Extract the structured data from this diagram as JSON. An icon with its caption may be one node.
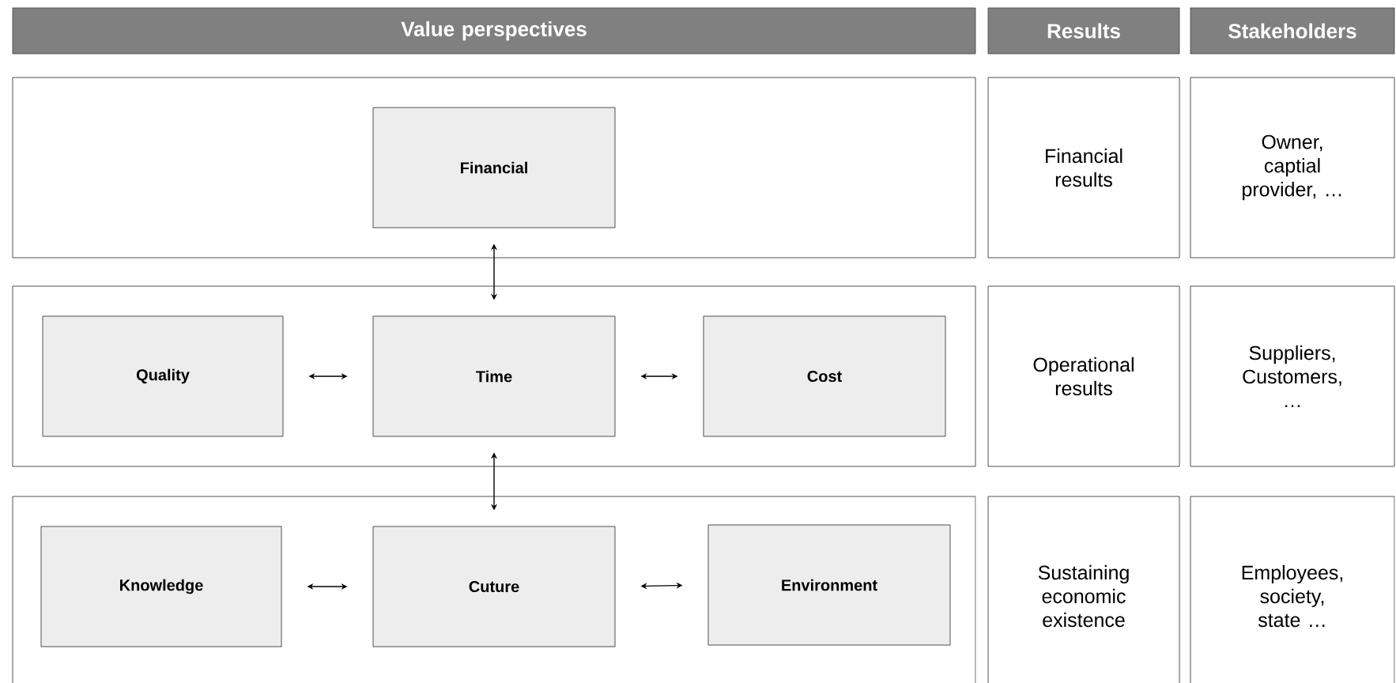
{
  "diagram": {
    "nodes": [
      {
        "text": [
          "Value perspectives"
        ]
      },
      {
        "text": [
          "Results"
        ]
      },
      {
        "text": [
          "Stakeholders"
        ]
      },
      {
        "text": [],
        "shape": "box"
      },
      {
        "text": [
          "Financial"
        ],
        "in": 3
      },
      {
        "text": [
          "Financial results"
        ]
      },
      {
        "text": [
          "Owner, captial provider, …"
        ]
      },
      {
        "text": [],
        "shape": "box"
      },
      {
        "text": [
          "Quality"
        ],
        "in": 7
      },
      {
        "text": [
          "Time"
        ],
        "in": 7
      },
      {
        "text": [
          "Cost"
        ],
        "in": 7
      },
      {
        "text": [
          "Operational results"
        ]
      },
      {
        "text": [
          "Suppliers, Customers, …"
        ]
      },
      {
        "text": [],
        "shape": "box"
      },
      {
        "text": [
          "Knowledge"
        ],
        "in": 13
      },
      {
        "text": [
          "Cuture"
        ],
        "in": 13
      },
      {
        "text": [
          "Environment"
        ],
        "in": 13
      },
      {
        "text": [
          "Sustaining economic existence"
        ]
      },
      {
        "text": [
          "Employees, society, state …"
        ]
      }
    ],
    "edges": [
      {
        "from": 4,
        "to": 9,
        "arrow": "both"
      },
      {
        "from": 8,
        "to": 9,
        "arrow": "both"
      },
      {
        "from": 9,
        "to": 10,
        "arrow": "both"
      },
      {
        "from": 9,
        "to": 15,
        "arrow": "both"
      },
      {
        "from": 14,
        "to": 15,
        "arrow": "both"
      },
      {
        "from": 15,
        "to": 16,
        "arrow": "both"
      }
    ]
  }
}
